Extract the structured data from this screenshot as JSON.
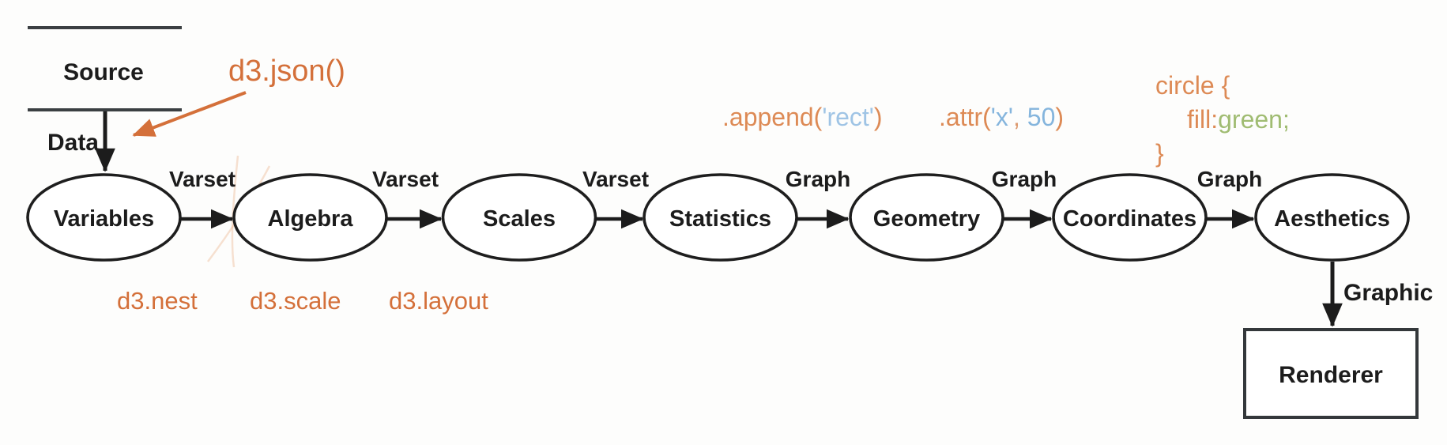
{
  "diagram": {
    "source": {
      "label": "Source",
      "edge_label": "Data"
    },
    "nodes": [
      {
        "label": "Variables"
      },
      {
        "label": "Algebra"
      },
      {
        "label": "Scales"
      },
      {
        "label": "Statistics"
      },
      {
        "label": "Geometry"
      },
      {
        "label": "Coordinates"
      },
      {
        "label": "Aesthetics"
      }
    ],
    "edges": [
      "Varset",
      "Varset",
      "Varset",
      "Graph",
      "Graph",
      "Graph"
    ],
    "output": {
      "edge_label": "Graphic",
      "renderer_label": "Renderer"
    }
  },
  "annotations": {
    "d3_json": "d3.json()",
    "d3_nest": "d3.nest",
    "d3_scale": "d3.scale",
    "d3_layout": "d3.layout",
    "append_segments": [
      {
        "text": ".append(",
        "color": "#dd8a55"
      },
      {
        "text": "'rect'",
        "color": "#9fc4e5"
      },
      {
        "text": ")",
        "color": "#dd8a55"
      }
    ],
    "attr_segments": [
      {
        "text": ".attr(",
        "color": "#dd8a55"
      },
      {
        "text": "'x'",
        "color": "#85b5dd"
      },
      {
        "text": ", ",
        "color": "#dd9a70"
      },
      {
        "text": "50",
        "color": "#85b5dd"
      },
      {
        "text": ")",
        "color": "#dd8a55"
      }
    ],
    "css_rule": {
      "selector_open": "circle {",
      "property": "fill:",
      "value": "green;",
      "close": "}"
    }
  },
  "colors": {
    "ink": "#1c1c1c",
    "orange": "#d4703a",
    "orange_soft": "#dd8a55",
    "blue": "#8fbade",
    "green": "#a0bc72",
    "background": "#fdfdfc"
  }
}
